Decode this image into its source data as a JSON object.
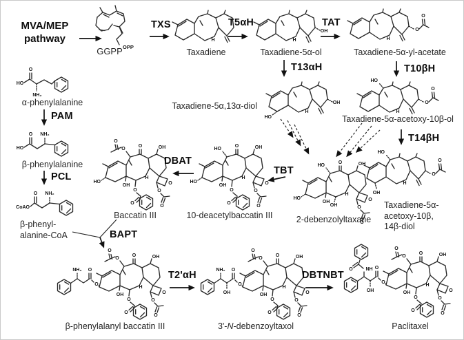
{
  "source": {
    "line1": "MVA/MEP",
    "line2": "pathway"
  },
  "atoms": {
    "h": "H",
    "o": "O",
    "oh": "OH",
    "ho": "HO",
    "nh2": "NH₂",
    "nh": "NH",
    "opp": "OPP",
    "coao": "CoAO"
  },
  "enzymes": {
    "txs": "TXS",
    "t5ah": "T5αH",
    "tat": "TAT",
    "t13ah": "T13αH",
    "t10bh": "T10βH",
    "t14bh": "T14βH",
    "tbt": "TBT",
    "dbat": "DBAT",
    "pam": "PAM",
    "pcl": "PCL",
    "bapt": "BAPT",
    "t2ah": "T2'αH",
    "dbtnbt": "DBTNBT"
  },
  "compounds": {
    "ggpp": {
      "name": "GGPP"
    },
    "taxadiene": {
      "name": "Taxadiene"
    },
    "taxadien_ol": {
      "name": "Taxadiene-5α-ol"
    },
    "taxadien_acetate": {
      "name": "Taxadiene-5α-yl-acetate"
    },
    "taxadiene_diol": {
      "name": "Taxadiene-5α,13α-diol"
    },
    "acetoxy_ol": {
      "name": "Taxadiene-5α-acetoxy-10β-ol"
    },
    "acetoxy_diol": {
      "line1": "Taxadiene-5α-",
      "line2": "acetoxy-10β,",
      "line3": "14β-diol"
    },
    "debenzoyltaxane": {
      "name": "2-debenzolyltaxane"
    },
    "deacetylbaccatin": {
      "name": "10-deacetylbaccatin III"
    },
    "baccatin": {
      "name": "Baccatin III"
    },
    "alpha_phe": {
      "name": "α-phenylalanine"
    },
    "beta_phe": {
      "name": "β-phenylalanine"
    },
    "phe_coa": {
      "line1": "β-phenyl-",
      "line2": "alanine-CoA"
    },
    "phe_baccatin": {
      "name": "β-phenylalanyl baccatin III"
    },
    "debenzoyltaxol": {
      "pre": "3'-",
      "n": "N",
      "post": "-debenzoyltaxol"
    },
    "paclitaxel": {
      "name": "Paclitaxel"
    }
  }
}
